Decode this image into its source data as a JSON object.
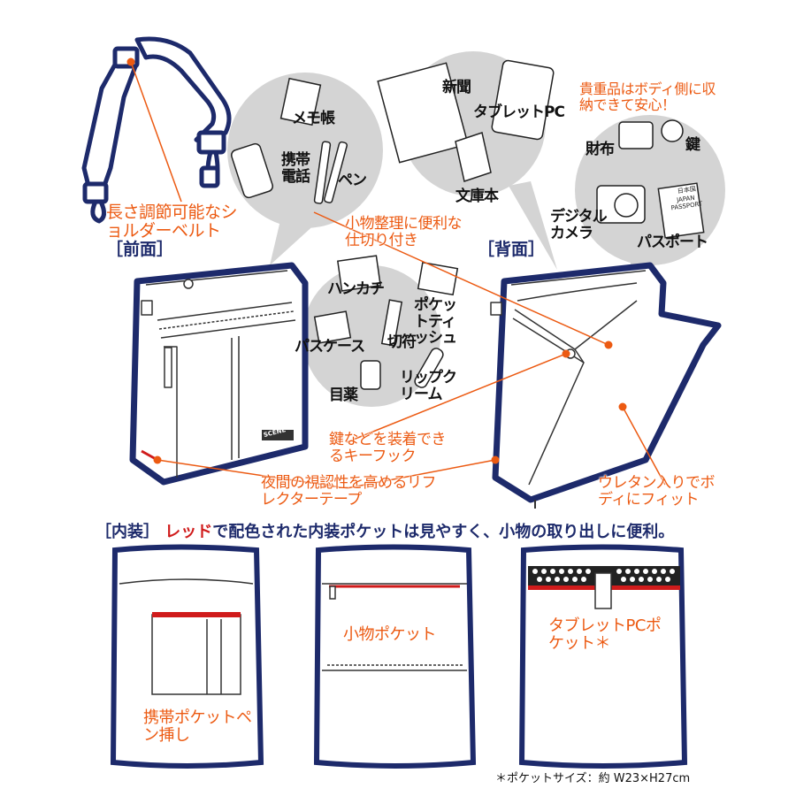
{
  "colors": {
    "navy": "#1d2a6b",
    "orange": "#ec5a12",
    "red": "#d01b1b",
    "bubble": "#d4d4d4"
  },
  "sections": {
    "front": "［前面］",
    "back": "［背面］",
    "interior": "［内装］"
  },
  "front_items": {
    "memo": "メモ帳",
    "phone": "携帯電話",
    "pen": "ペン"
  },
  "mid_items": {
    "handkerchief": "ハンカチ",
    "tissue": "ポケットティッシュ",
    "pass_case": "パスケース",
    "ticket": "切符",
    "eye_drops": "目薬",
    "lip_cream": "リップクリーム"
  },
  "back_items": {
    "newspaper": "新聞",
    "tablet": "タブレットPC",
    "paperback": "文庫本"
  },
  "valuables": {
    "note": "貴重品はボディ側に収納できて安心！",
    "wallet": "財布",
    "key": "鍵",
    "camera": "デジタルカメラ",
    "passport": "パスポート",
    "passport_cover": "JAPAN PASSPORT",
    "passport_jp": "日本国"
  },
  "callouts": {
    "strap": "長さ調節可能なショルダーベルト",
    "divider": "小物整理に便利な仕切り付き",
    "hook": "鍵などを装着できるキーフック",
    "reflector": "夜間の視認性を高めるリフレクターテープ",
    "urethane": "ウレタン入りでボディにフィット"
  },
  "interior": {
    "headline_red": "レッド",
    "headline_rest": "で配色された内装ポケットは見やすく、小物の取り出しに便利。",
    "panel1": "携帯ポケットペン挿し",
    "panel2": "小物ポケット",
    "panel3": "タブレットPCポケット＊",
    "footnote": "＊ポケットサイズ：約 W23×H27cm"
  },
  "brand_label": "SCENE"
}
